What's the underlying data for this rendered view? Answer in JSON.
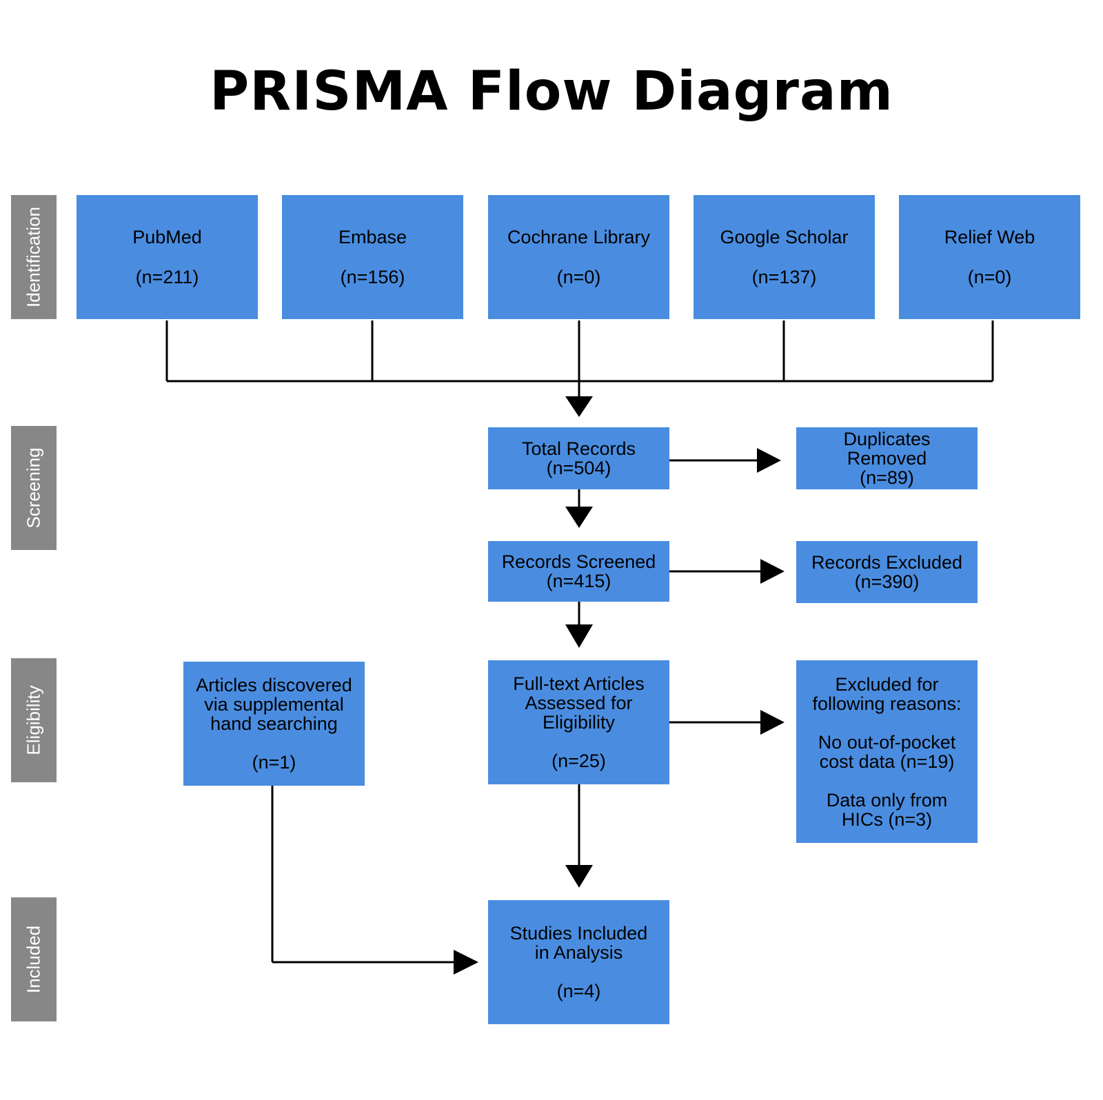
{
  "title": "PRISMA Flow Diagram",
  "stages": {
    "identification": "Identification",
    "screening": "Screening",
    "eligibility": "Eligibility",
    "included": "Included"
  },
  "sources": {
    "pubmed": {
      "name": "PubMed",
      "count": "(n=211)"
    },
    "embase": {
      "name": "Embase",
      "count": "(n=156)"
    },
    "cochrane": {
      "name": "Cochrane Library",
      "count": "(n=0)"
    },
    "scholar": {
      "name": "Google Scholar",
      "count": "(n=137)"
    },
    "reliefweb": {
      "name": "Relief Web",
      "count": "(n=0)"
    }
  },
  "total_records": {
    "line1": "Total Records",
    "line2": "(n=504)"
  },
  "duplicates": {
    "line1": "Duplicates",
    "line2": "Removed",
    "line3": "(n=89)"
  },
  "screened": {
    "line1": "Records Screened",
    "line2": "(n=415)"
  },
  "excluded": {
    "line1": "Records Excluded",
    "line2": "(n=390)"
  },
  "fulltext": {
    "line1": "Full-text Articles",
    "line2": "Assessed for",
    "line3": "Eligibility",
    "count": "(n=25)"
  },
  "supplemental": {
    "line1": "Articles discovered",
    "line2": "via supplemental",
    "line3": "hand searching",
    "count": "(n=1)"
  },
  "excluded_reasons": {
    "line1": "Excluded for",
    "line2": "following reasons:",
    "r1a": "No out-of-pocket",
    "r1b": "cost data (n=19)",
    "r2a": "Data only from",
    "r2b": "HICs (n=3)"
  },
  "included": {
    "line1": "Studies Included",
    "line2": "in Analysis",
    "count": "(n=4)"
  },
  "colors": {
    "box": "#4a8de0",
    "stage": "#878787",
    "line": "#000000"
  }
}
